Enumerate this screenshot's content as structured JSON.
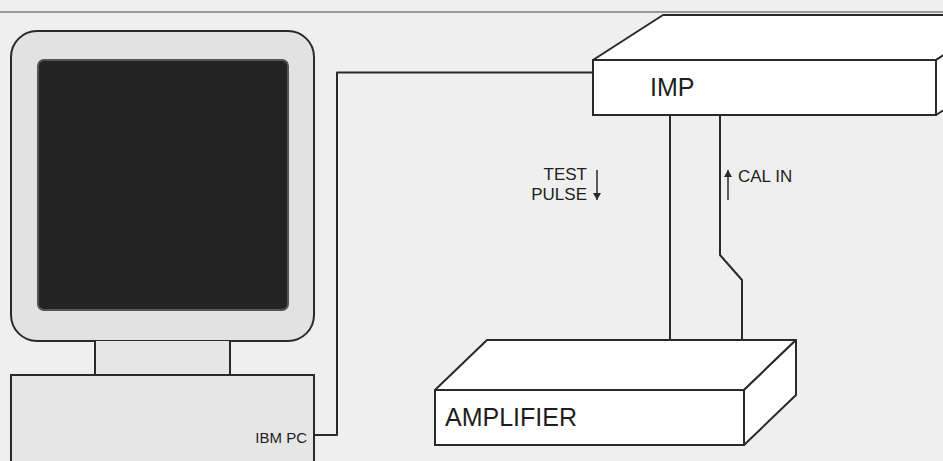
{
  "diagram": {
    "nodes": [
      {
        "text": [
          "IBM PC"
        ]
      },
      {
        "text": [
          "IMP"
        ]
      },
      {
        "text": [
          "AMPLIFIER"
        ]
      }
    ],
    "edges": [
      {
        "from": 0,
        "to": 1,
        "arrow": "none"
      },
      {
        "from": 1,
        "to": 2,
        "label": "TEST PULSE",
        "arrow": "to"
      },
      {
        "from": 2,
        "to": 1,
        "label": "CAL IN",
        "arrow": "to"
      }
    ]
  }
}
